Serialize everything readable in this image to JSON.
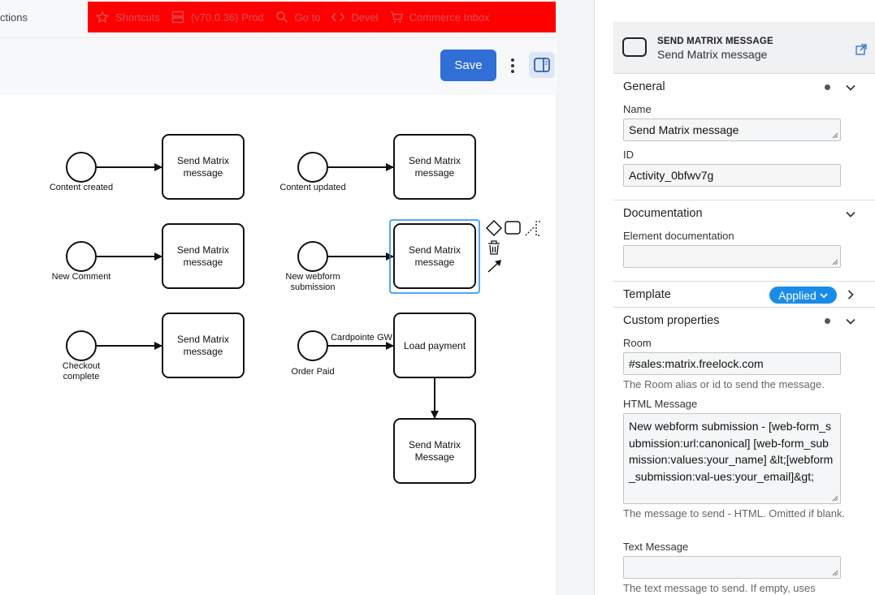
{
  "breadcrumb": "ctions",
  "toolbar": [
    {
      "icon": "star-icon",
      "label": "Shortcuts"
    },
    {
      "icon": "server-icon",
      "label": "(v70.0.36) Prod"
    },
    {
      "icon": "search-icon",
      "label": "Go to"
    },
    {
      "icon": "code-icon",
      "label": "Devel"
    },
    {
      "icon": "cart-icon",
      "label": "Commerce Inbox"
    }
  ],
  "actions": {
    "save_label": "Save"
  },
  "diagram": {
    "tasks": [
      "Send Matrix message",
      "Send Matrix message",
      "Send Matrix message",
      "Send Matrix message",
      "Send Matrix message",
      "Load payment",
      "Send Matrix Message"
    ],
    "events": [
      "Content created",
      "Content updated",
      "New Comment",
      "New webform submission",
      "Checkout complete",
      "Order Paid"
    ],
    "flow_label": "Cardpointe GW"
  },
  "element": {
    "type": "SEND MATRIX MESSAGE",
    "name": "Send Matrix message"
  },
  "sections": {
    "general": "General",
    "documentation": "Documentation",
    "template": "Template",
    "custom": "Custom properties"
  },
  "general": {
    "name_label": "Name",
    "name_value": "Send Matrix message",
    "id_label": "ID",
    "id_value": "Activity_0bfwv7g"
  },
  "documentation": {
    "label": "Element documentation",
    "value": ""
  },
  "template": {
    "status": "Applied"
  },
  "custom": {
    "room_label": "Room",
    "room_value": "#sales:matrix.freelock.com",
    "room_hint": "The Room alias or id to send the message.",
    "html_label": "HTML Message",
    "html_value": "New webform submission - [web-form_submission:url:canonical] [web-form_submission:values:your_name] &lt;[webform_submission:val-ues:your_email]&gt;",
    "html_hint": "The message to send - HTML. Omitted if blank.",
    "text_label": "Text Message",
    "text_value": "",
    "text_hint": "The text message to send. If empty, uses"
  },
  "colors": {
    "accent": "#2f6fd6",
    "selection": "#1a8ce8",
    "toolbar_bg": "#ff0000"
  }
}
